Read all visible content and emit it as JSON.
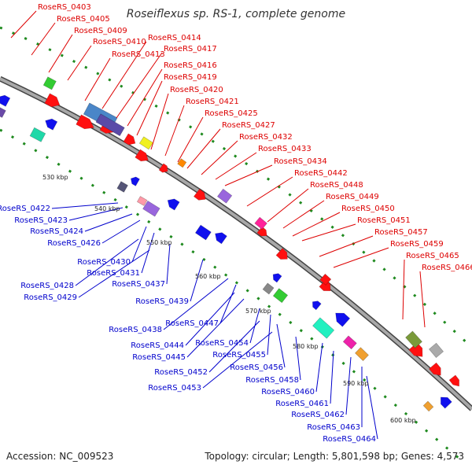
{
  "title": "Roseiflexus sp. RS-1, complete genome",
  "footer": {
    "accession": "Accession: NC_009523",
    "summary": "Topology: circular; Length: 5,801,598 bp; Genes: 4,573"
  },
  "colors": {
    "backbone": "#8a8a8a",
    "forward_label": "#dd0000",
    "reverse_label": "#0000cc",
    "forward_gene": "#ff1010",
    "reverse_gene": "#1010ee",
    "ruler_tick": "#1f8a1f"
  },
  "scale_ticks": [
    "530 kbp",
    "540 kbp",
    "550 kbp",
    "560 kbp",
    "570 kbp",
    "580 kbp",
    "590 kbp",
    "600 kbp"
  ],
  "forward_genes": [
    "RoseRS_0403",
    "RoseRS_0405",
    "RoseRS_0409",
    "RoseRS_0410",
    "RoseRS_0413",
    "RoseRS_0414",
    "RoseRS_0417",
    "RoseRS_0416",
    "RoseRS_0419",
    "RoseRS_0420",
    "RoseRS_0421",
    "RoseRS_0425",
    "RoseRS_0427",
    "RoseRS_0432",
    "RoseRS_0433",
    "RoseRS_0434",
    "RoseRS_0442",
    "RoseRS_0448",
    "RoseRS_0449",
    "RoseRS_0450",
    "RoseRS_0451",
    "RoseRS_0457",
    "RoseRS_0459",
    "RoseRS_0465",
    "RoseRS_0466"
  ],
  "reverse_genes": [
    "RoseRS_0422",
    "RoseRS_0423",
    "RoseRS_0424",
    "RoseRS_0426",
    "RoseRS_0430",
    "RoseRS_0431",
    "RoseRS_0428",
    "RoseRS_0437",
    "RoseRS_0429",
    "RoseRS_0439",
    "RoseRS_0438",
    "RoseRS_0447",
    "RoseRS_0444",
    "RoseRS_0445",
    "RoseRS_0454",
    "RoseRS_0455",
    "RoseRS_0452",
    "RoseRS_0456",
    "RoseRS_0453",
    "RoseRS_0458",
    "RoseRS_0460",
    "RoseRS_0461",
    "RoseRS_0462",
    "RoseRS_0463",
    "RoseRS_0464"
  ]
}
